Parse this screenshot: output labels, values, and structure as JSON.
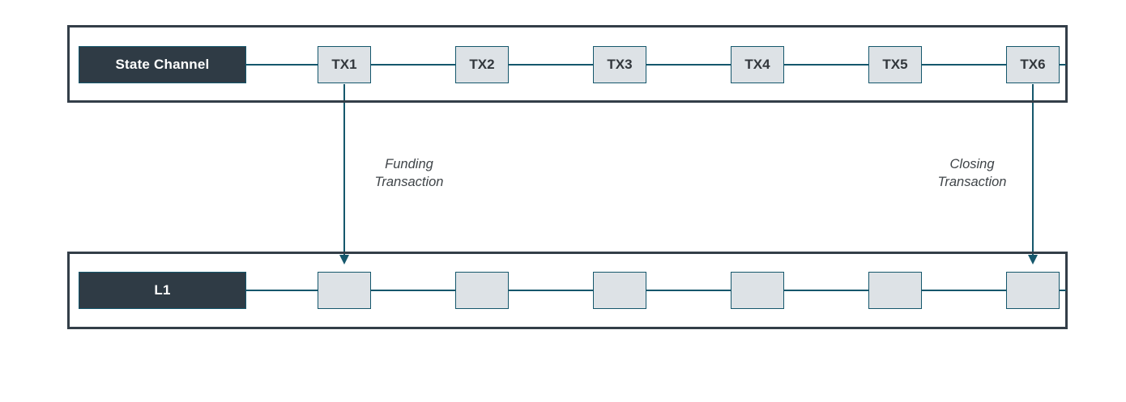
{
  "colors": {
    "frame_border": "#333e48",
    "dark_box_fill": "#2f3b45",
    "dark_box_text": "#ffffff",
    "node_fill": "#dde2e6",
    "node_text": "#32373c",
    "line_teal": "#15576c",
    "label_text": "#3f4448",
    "canvas_bg": "#ffffff"
  },
  "state_channel_row": {
    "label": "State Channel",
    "nodes": [
      {
        "label": "TX1"
      },
      {
        "label": "TX2"
      },
      {
        "label": "TX3"
      },
      {
        "label": "TX4"
      },
      {
        "label": "TX5"
      },
      {
        "label": "TX6"
      }
    ]
  },
  "l1_row": {
    "label": "L1",
    "nodes": [
      {
        "label": ""
      },
      {
        "label": ""
      },
      {
        "label": ""
      },
      {
        "label": ""
      },
      {
        "label": ""
      },
      {
        "label": ""
      }
    ]
  },
  "annotations": {
    "funding": {
      "line1": "Funding",
      "line2": "Transaction"
    },
    "closing": {
      "line1": "Closing",
      "line2": "Transaction"
    }
  }
}
